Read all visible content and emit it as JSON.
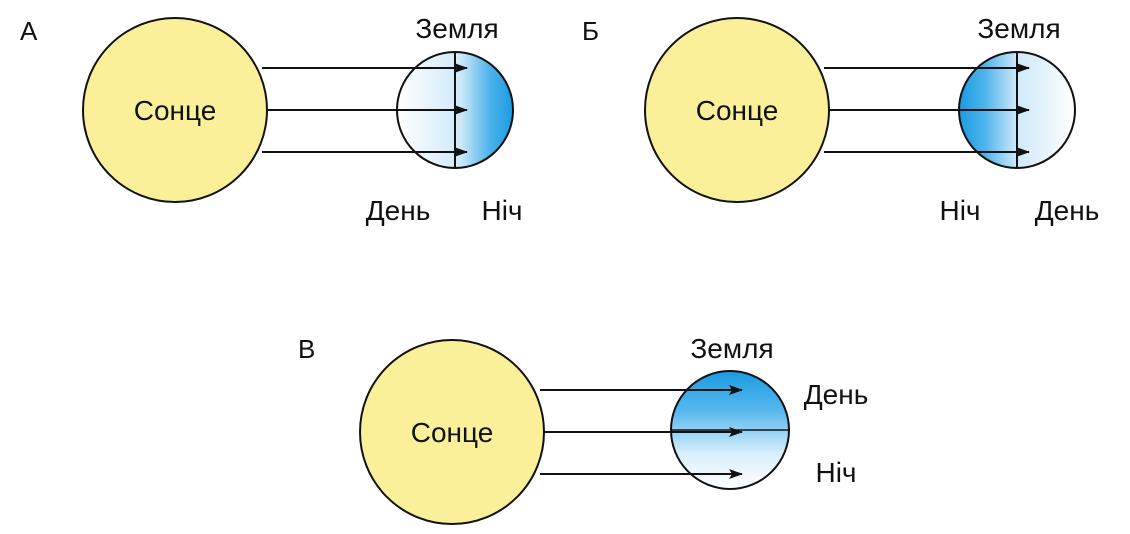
{
  "colors": {
    "sun_fill": "#fbf09a",
    "earth_blue": "#1a9be0",
    "outline": "#111111"
  },
  "panels": [
    {
      "id": "A",
      "label": "А",
      "sun_label": "Сонце",
      "earth_label": "Земля",
      "day_label": "День",
      "night_label": "Ніч",
      "lit_side": "left"
    },
    {
      "id": "B",
      "label": "Б",
      "sun_label": "Сонце",
      "earth_label": "Земля",
      "day_label": "День",
      "night_label": "Ніч",
      "lit_side": "right"
    },
    {
      "id": "C",
      "label": "В",
      "sun_label": "Сонце",
      "earth_label": "Земля",
      "day_label": "День",
      "night_label": "Ніч",
      "lit_side": "bottom"
    }
  ]
}
